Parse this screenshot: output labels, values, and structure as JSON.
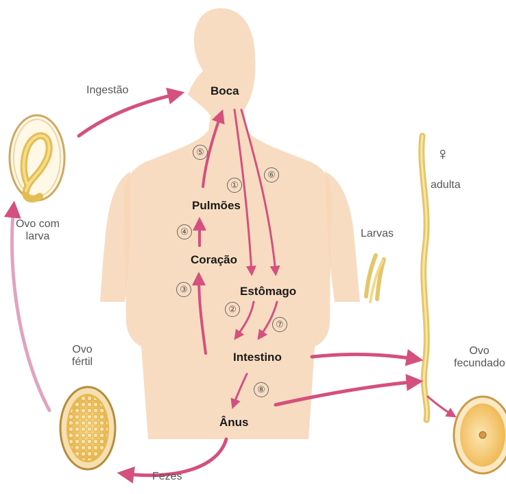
{
  "colors": {
    "arrow": "#d4507e",
    "skin": "#f7d6b6",
    "worm": "#e6c56a",
    "egg_yellow": "#f0c76b"
  },
  "organs": {
    "boca": "Boca",
    "pulmoes": "Pulmões",
    "coracao": "Coração",
    "estomago": "Estômago",
    "intestino": "Intestino",
    "anus": "Ânus"
  },
  "labels": {
    "ingestao": "Ingestão",
    "ovo_com_larva_1": "Ovo com",
    "ovo_com_larva_2": "larva",
    "larvas": "Larvas",
    "female_symbol": "♀",
    "adulta": "adulta",
    "ovo_fertil_1": "Ovo",
    "ovo_fertil_2": "fértil",
    "ovo_fecundado_1": "Ovo",
    "ovo_fecundado_2": "fecundado",
    "fezes": "Fezes"
  },
  "steps": [
    "①",
    "②",
    "③",
    "④",
    "⑤",
    "⑥",
    "⑦",
    "⑧"
  ]
}
